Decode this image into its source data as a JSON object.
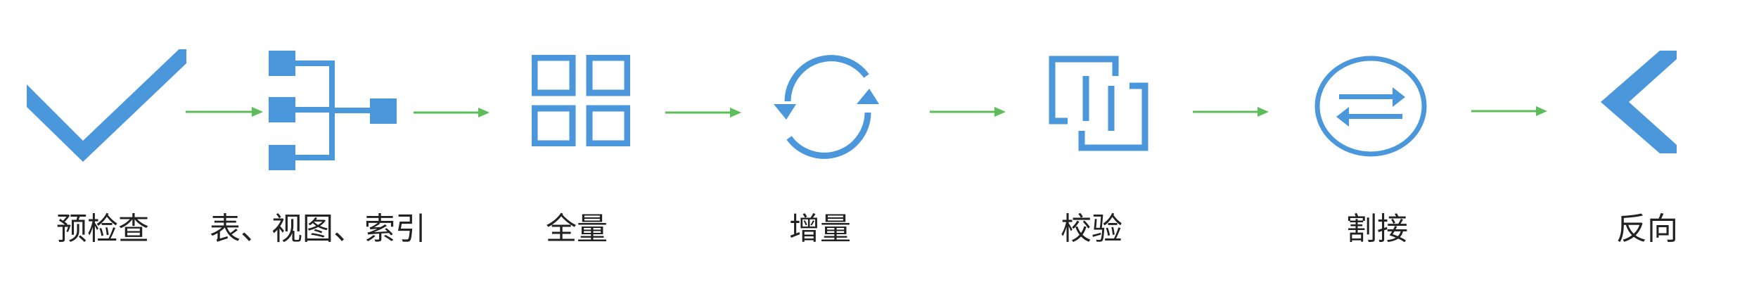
{
  "colors": {
    "icon": "#4a97dc",
    "arrow": "#5cbd5a",
    "label": "#222222"
  },
  "steps": [
    {
      "icon": "checkmark-icon",
      "label": "预检查"
    },
    {
      "icon": "schema-tree-icon",
      "label": "表、视图、索引"
    },
    {
      "icon": "grid-icon",
      "label": "全量"
    },
    {
      "icon": "sync-icon",
      "label": "增量"
    },
    {
      "icon": "copy-verify-icon",
      "label": "校验"
    },
    {
      "icon": "switch-icon",
      "label": "割接"
    },
    {
      "icon": "chevron-left-icon",
      "label": "反向"
    }
  ]
}
